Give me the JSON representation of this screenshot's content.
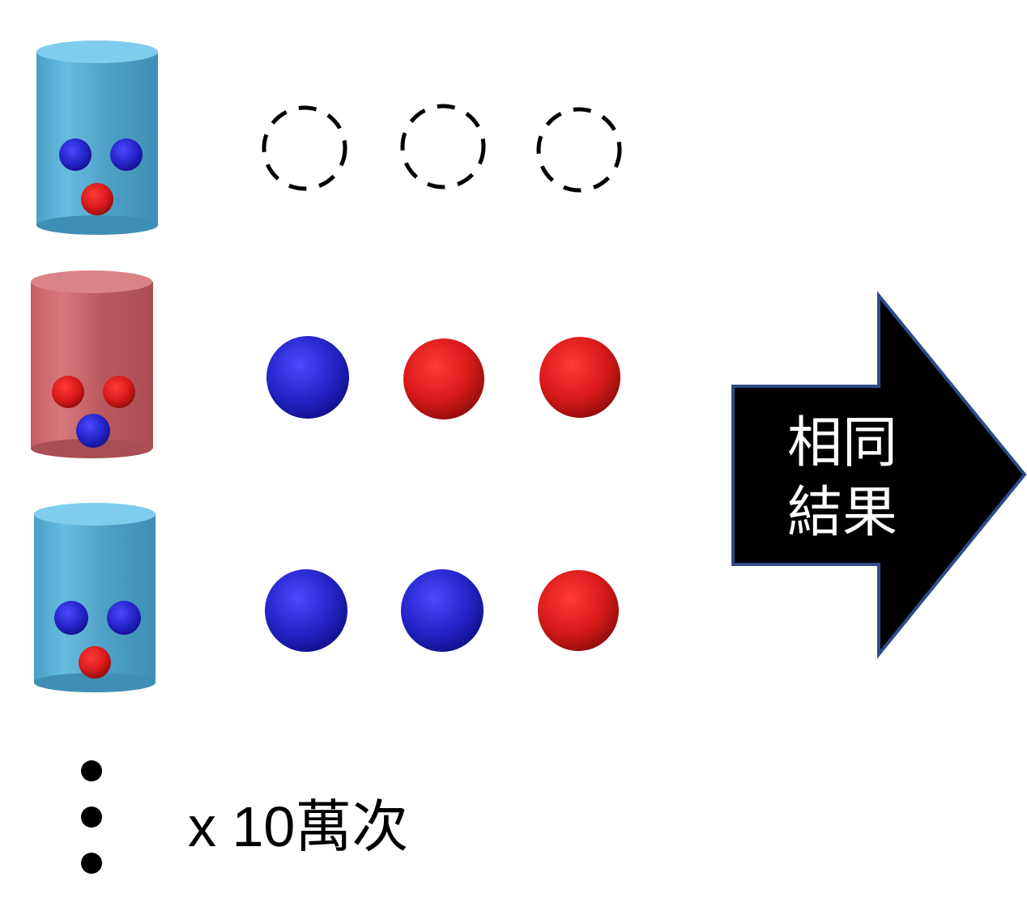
{
  "diagram": {
    "rows": [
      {
        "cylinder_color": "blue",
        "cylinder_contents": [
          "blue",
          "blue",
          "red"
        ],
        "drawn": [
          "empty",
          "empty",
          "empty"
        ]
      },
      {
        "cylinder_color": "red",
        "cylinder_contents": [
          "red",
          "red",
          "blue"
        ],
        "drawn": [
          "blue",
          "red",
          "red"
        ]
      },
      {
        "cylinder_color": "blue",
        "cylinder_contents": [
          "blue",
          "blue",
          "red"
        ],
        "drawn": [
          "blue",
          "blue",
          "red"
        ]
      }
    ],
    "arrow_text": [
      "相同",
      "結果"
    ],
    "repeat_text": "x 10萬次",
    "colors": {
      "blue_cylinder": "#5bb4d8",
      "red_cylinder": "#c96a6e",
      "blue_ball": "#2a2ad0",
      "red_ball": "#e01818",
      "arrow_fill": "#000000",
      "arrow_stroke": "#2f4a8a"
    }
  }
}
